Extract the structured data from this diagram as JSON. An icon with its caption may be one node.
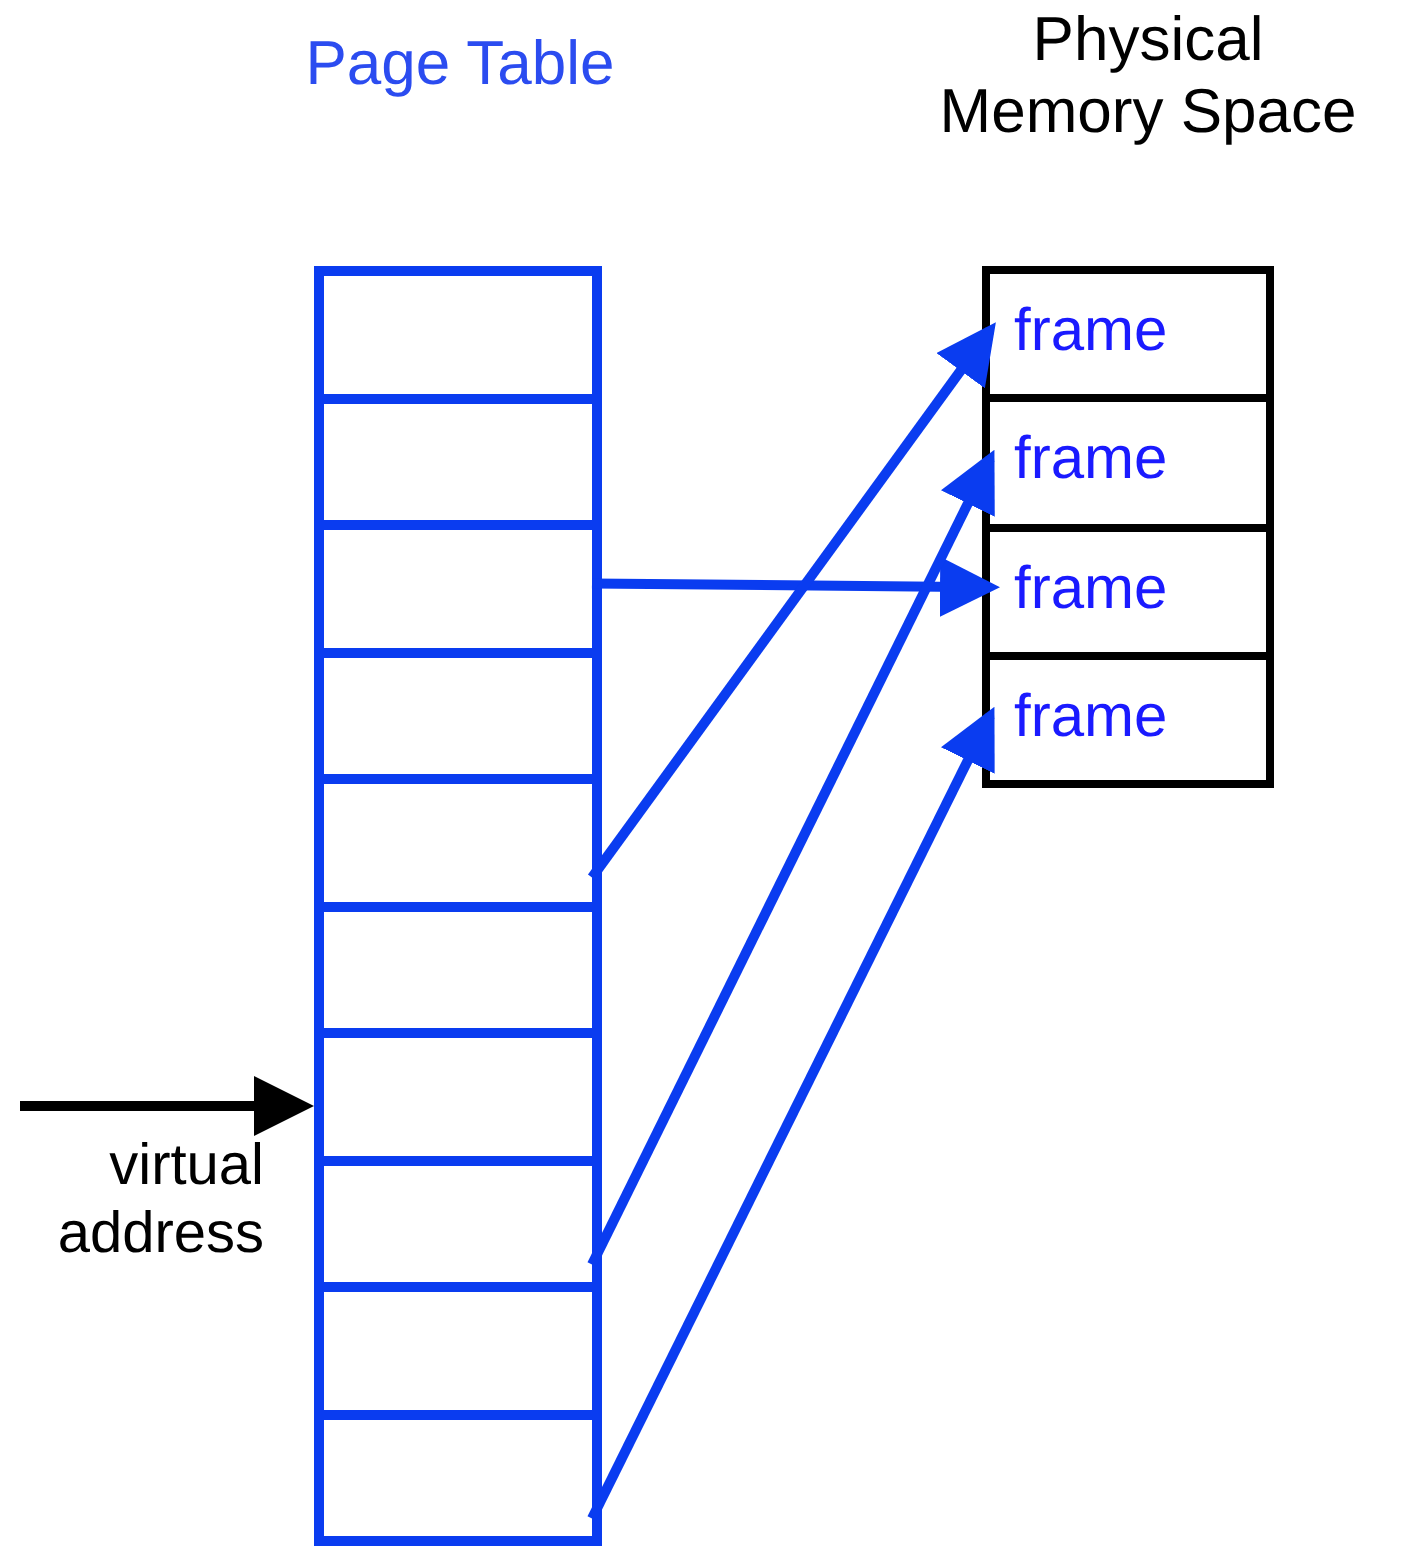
{
  "diagram": {
    "nodes": [
      {
        "text": [
          "Page Table"
        ]
      },
      {
        "text": [],
        "shape": "box",
        "in": 0
      },
      {
        "text": [],
        "shape": "box",
        "in": 0
      },
      {
        "text": [],
        "shape": "box",
        "in": 0
      },
      {
        "text": [],
        "shape": "box",
        "in": 0
      },
      {
        "text": [],
        "shape": "box",
        "in": 0
      },
      {
        "text": [],
        "shape": "box",
        "in": 0
      },
      {
        "text": [],
        "shape": "box",
        "in": 0
      },
      {
        "text": [],
        "shape": "box",
        "in": 0
      },
      {
        "text": [],
        "shape": "box",
        "in": 0
      },
      {
        "text": [],
        "shape": "box",
        "in": 0
      },
      {
        "text": [
          "Physical Memory Space"
        ]
      },
      {
        "text": [
          "frame"
        ],
        "in": 11
      },
      {
        "text": [
          "frame"
        ],
        "in": 11
      },
      {
        "text": [
          "frame"
        ],
        "in": 11
      },
      {
        "text": [
          "frame"
        ],
        "in": 11
      }
    ],
    "edges": [
      {
        "from": 3,
        "to": 14,
        "arrow": "to"
      },
      {
        "from": 5,
        "to": 12,
        "arrow": "to"
      },
      {
        "from": 8,
        "to": 13,
        "arrow": "to"
      },
      {
        "from": 10,
        "to": 15,
        "arrow": "to"
      },
      {
        "from": null,
        "to": 7,
        "arrow": "to",
        "color": "#000000"
      }
    ],
    "labels": [
      "virtual address"
    ]
  }
}
